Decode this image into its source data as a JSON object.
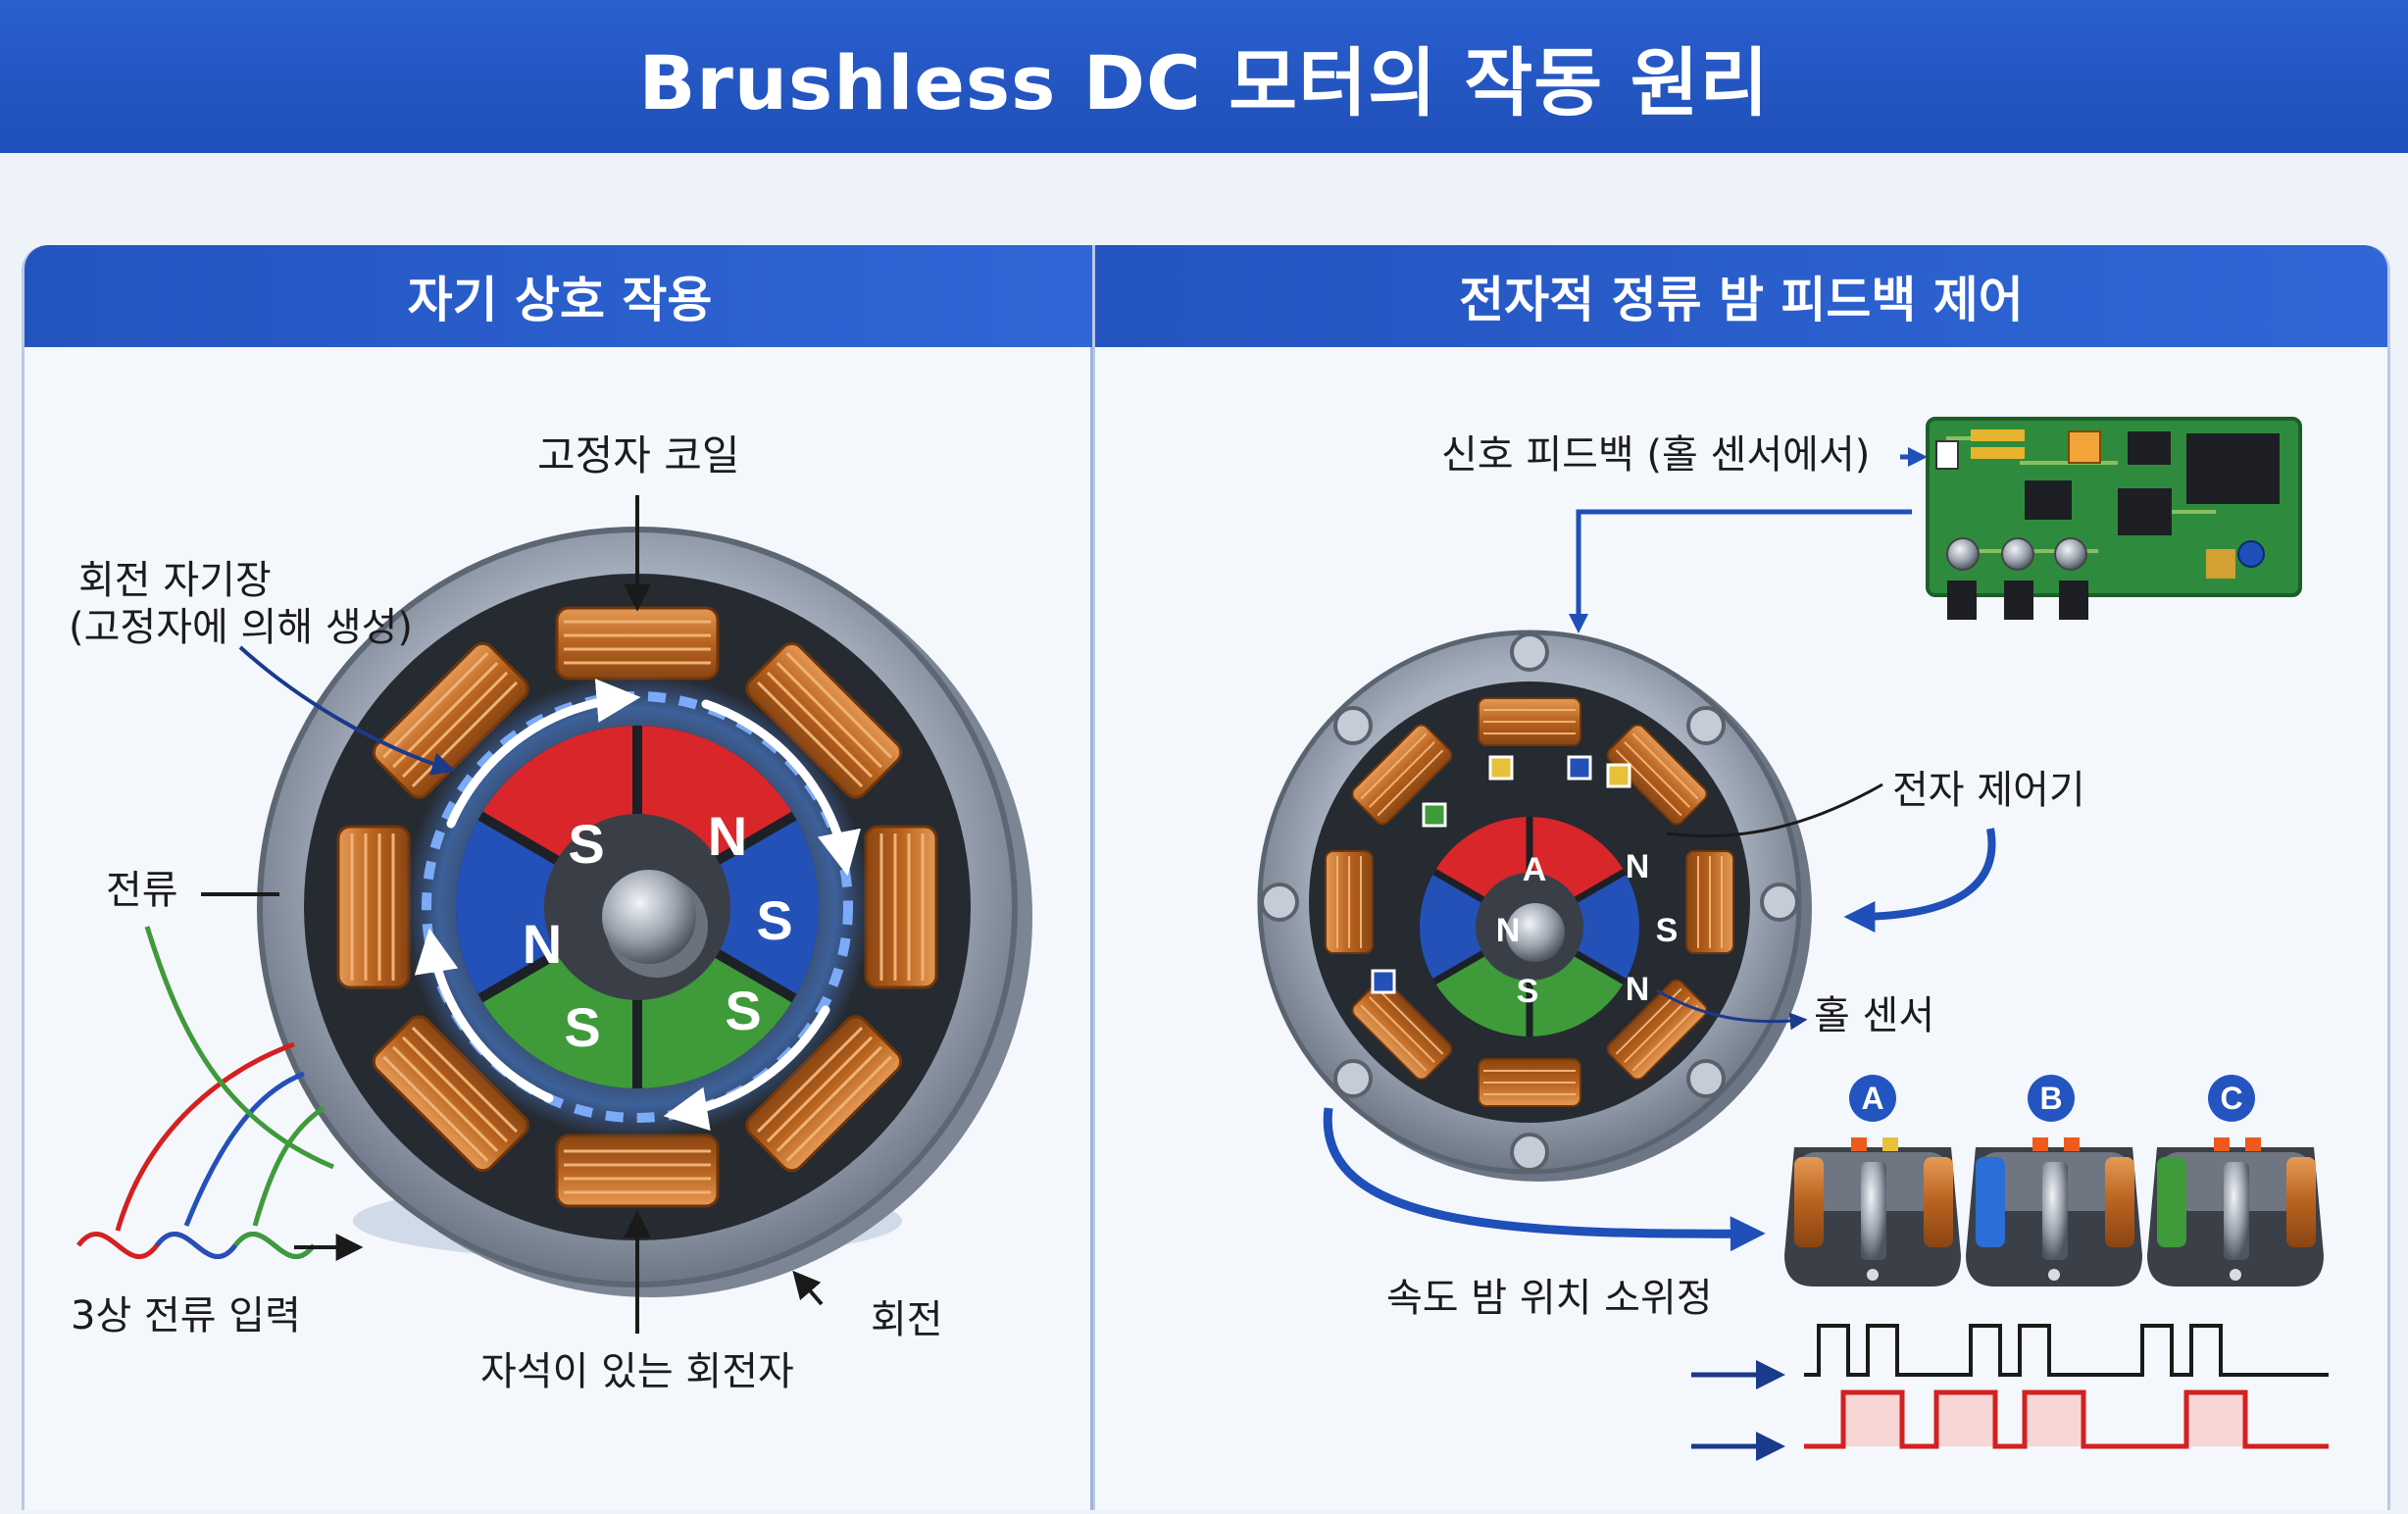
{
  "title": "Brushless DC 모터의 작동 원리",
  "left_panel": {
    "heading": "자기 상호 작용",
    "labels": {
      "stator_coil": "고정자 코일",
      "rotating_field_line1": "회전 자기장",
      "rotating_field_line2": "(고정자에 의해 생성)",
      "current": "전류",
      "three_phase_input": "3상 전류 입력",
      "magnet_rotor": "자석이 있는 회전자",
      "rotation": "회전"
    },
    "rotor_poles": [
      "S",
      "N",
      "S",
      "S",
      "S",
      "N"
    ]
  },
  "right_panel": {
    "heading": "전자적 정류 밤 피드백 제어",
    "labels": {
      "signal_feedback": "신호 피드백 (홀 센서에서)",
      "electronic_controller": "전자 제어기",
      "hall_sensor": "홀 센서",
      "speed_position": "속도 밤 위치 소위정"
    },
    "rotor_poles": [
      "A",
      "N",
      "S",
      "N",
      "S",
      "N"
    ],
    "phases": [
      "A",
      "B",
      "C"
    ]
  },
  "colors": {
    "brand_blue": "#2454c0",
    "copper": "#c9702a",
    "pole_red": "#d8262a",
    "pole_blue": "#2351b8",
    "pole_green": "#3f9a3a",
    "pcb_green": "#2e8b3d",
    "signal_red": "#d42020"
  }
}
